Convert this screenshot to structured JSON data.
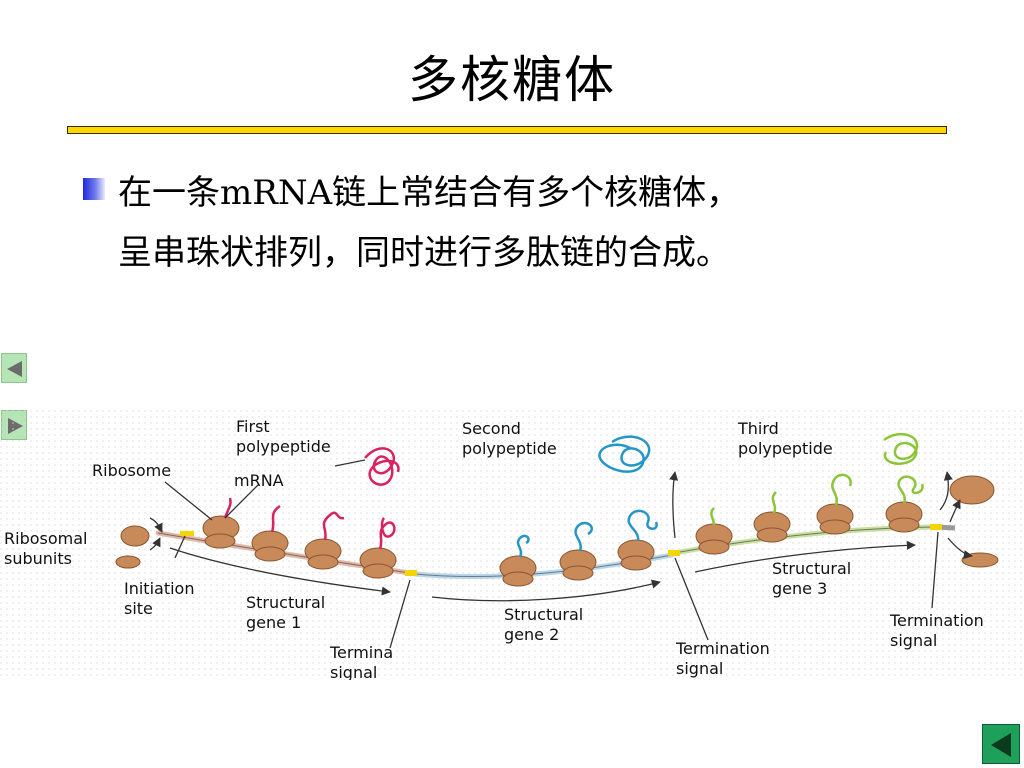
{
  "slide": {
    "title": "多核糖体",
    "bullet_line1": "在一条mRNA链上常结合有多个核糖体，",
    "bullet_line2": "呈串珠状排列，同时进行多肽链的合成。"
  },
  "diagram": {
    "labels": {
      "first_polypeptide_1": "First",
      "first_polypeptide_2": "polypeptide",
      "ribosome": "Ribosome",
      "mrna": "mRNA",
      "ribosomal_subunits_1": "Ribosomal",
      "ribosomal_subunits_2": "subunits",
      "initiation_site_1": "Initiation",
      "initiation_site_2": "site",
      "structural_gene1_1": "Structural",
      "structural_gene1_2": "gene 1",
      "termina_signal_1": "Termina",
      "termina_signal_2": "signal",
      "second_polypeptide_1": "Second",
      "second_polypeptide_2": "polypeptide",
      "structural_gene2_1": "Structural",
      "structural_gene2_2": "gene 2",
      "termination_signal_mid_1": "Termination",
      "termination_signal_mid_2": "signal",
      "third_polypeptide_1": "Third",
      "third_polypeptide_2": "polypeptide",
      "structural_gene3_1": "Structural",
      "structural_gene3_2": "gene 3",
      "termination_signal_end_1": "Termination",
      "termination_signal_end_2": "signal"
    },
    "colors": {
      "ribosome": "#c98a5a",
      "ribosome_edge": "#8a5530",
      "polypeptide_1": "#d8235c",
      "polypeptide_2": "#2596c8",
      "polypeptide_3": "#8cc43a",
      "mrna_gene1": "#e3b7a5",
      "mrna_gene2": "#b9d7e8",
      "mrna_gene3": "#c9dfa0",
      "signal": "#f5d400",
      "title_rule": "#ffd700"
    }
  },
  "navigation": {
    "prev_icon": "left-triangle-icon",
    "next_icon": "right-triangle-icon",
    "return_icon": "left-triangle-icon"
  }
}
